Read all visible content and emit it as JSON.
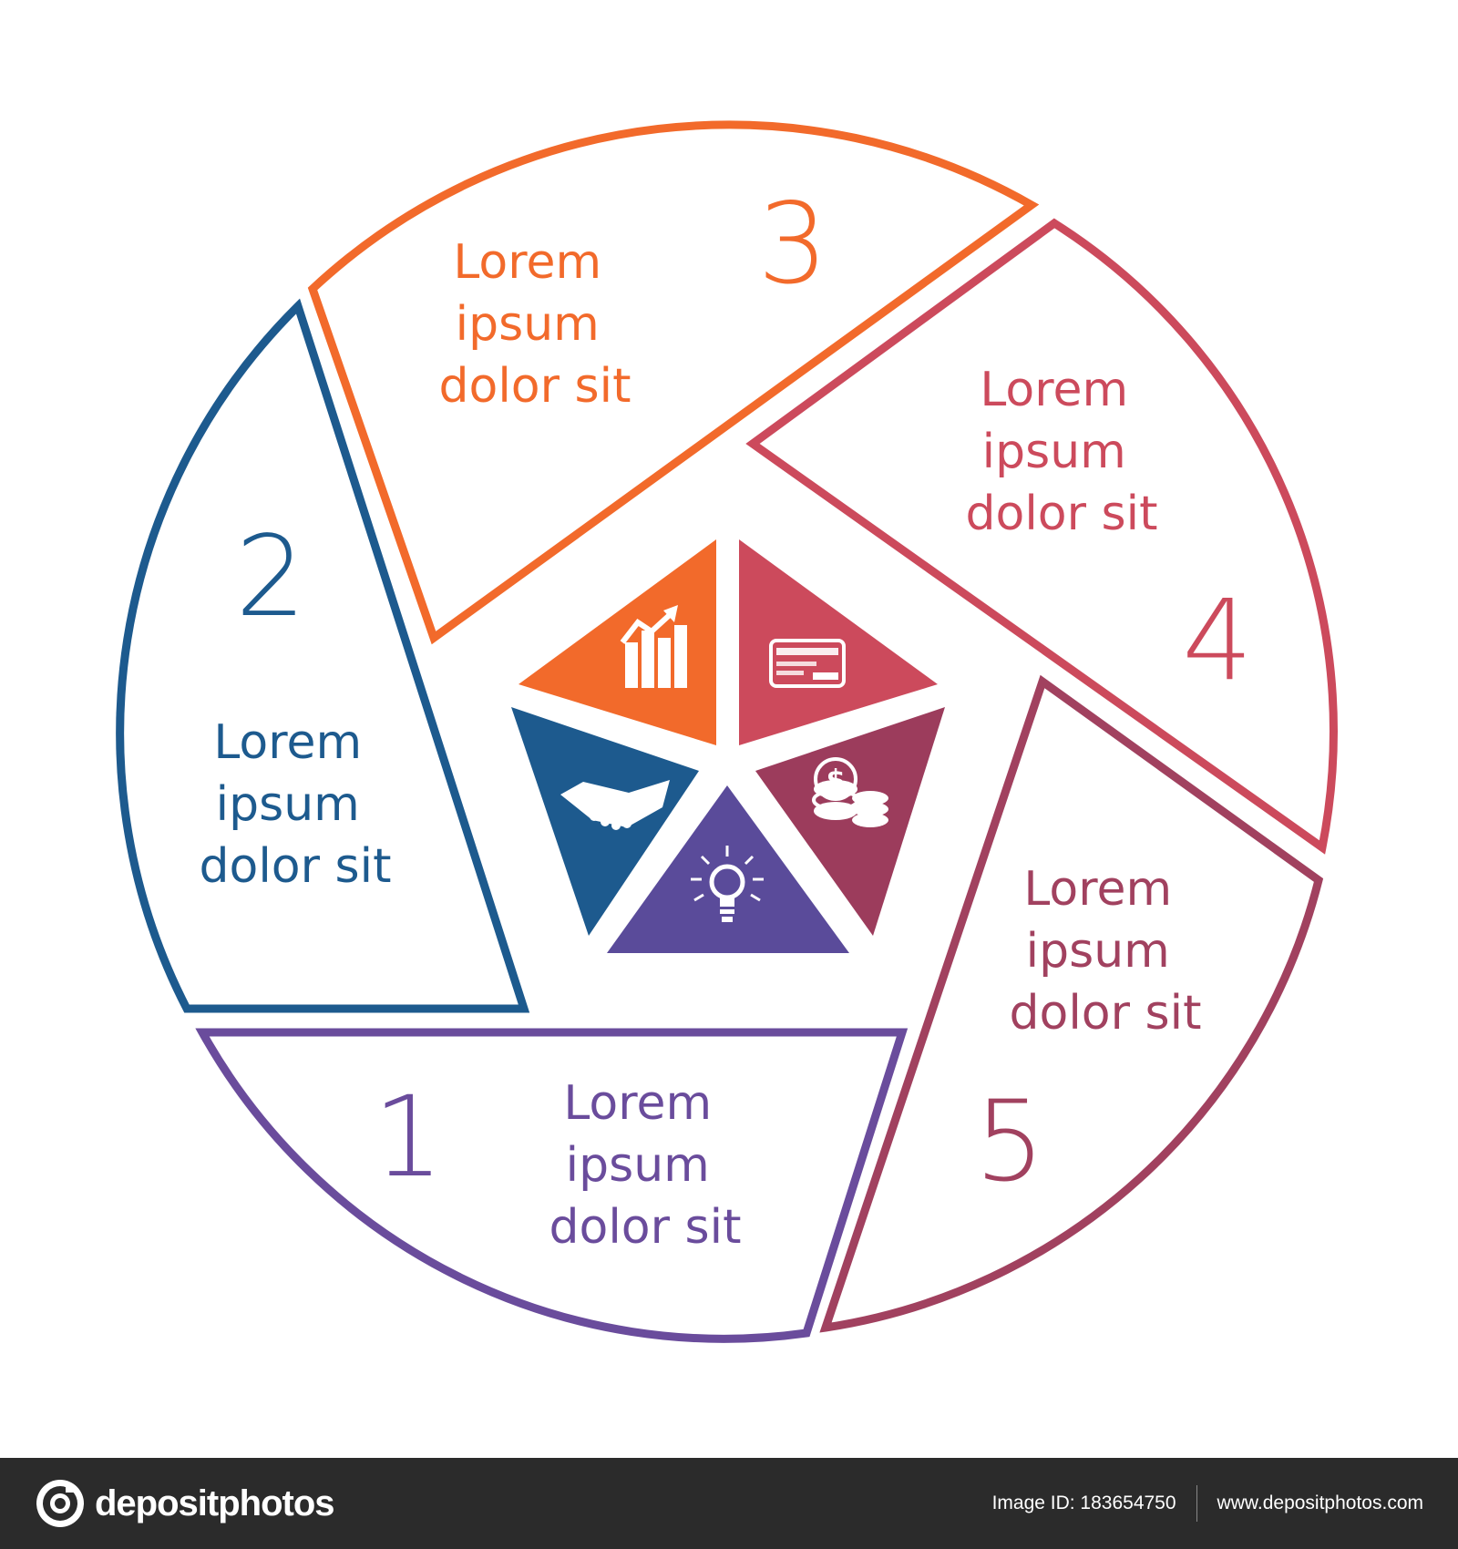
{
  "diagram": {
    "segments": [
      {
        "number": "1",
        "label_lines": [
          "Lorem",
          "ipsum",
          "dolor sit"
        ],
        "color": "#6a4c9c",
        "icon": "lightbulb-icon"
      },
      {
        "number": "2",
        "label_lines": [
          "Lorem",
          "ipsum",
          "dolor sit"
        ],
        "color": "#1d5a8e",
        "icon": "handshake-icon"
      },
      {
        "number": "3",
        "label_lines": [
          "Lorem",
          "ipsum",
          "dolor sit"
        ],
        "color": "#f26a2b",
        "icon": "bar-chart-growth-icon"
      },
      {
        "number": "4",
        "label_lines": [
          "Lorem",
          "ipsum",
          "dolor sit"
        ],
        "color": "#cc4a5c",
        "icon": "credit-card-icon"
      },
      {
        "number": "5",
        "label_lines": [
          "Lorem",
          "ipsum",
          "dolor sit"
        ],
        "color": "#a1415f",
        "icon": "dollar-coins-icon"
      }
    ],
    "center_colors": {
      "lightbulb": "#5a4b9a",
      "handshake": "#1d5a8e",
      "chart": "#f26a2b",
      "card": "#cc4a5c",
      "coins": "#9c3c5c"
    }
  },
  "watermark": {
    "brand": "depositphotos",
    "image_id": "Image ID: 183654750",
    "url": "www.depositphotos.com"
  }
}
